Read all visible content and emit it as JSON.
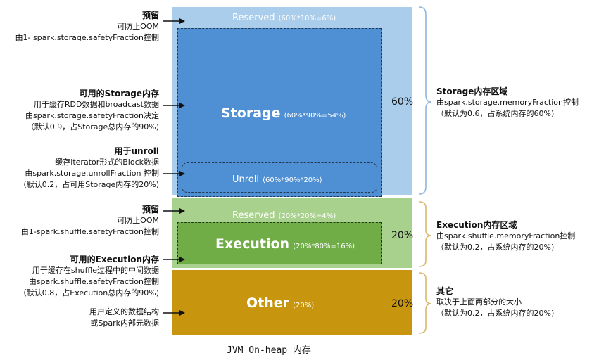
{
  "blocks": {
    "reserved_top": {
      "label": "Reserved",
      "formula": "(60%*10%=6%)"
    },
    "storage": {
      "label": "Storage",
      "formula": "(60%*90%=54%)"
    },
    "unroll": {
      "label": "Unroll",
      "formula": "(60%*90%*20%)"
    },
    "reserved_exec": {
      "label": "Reserved",
      "formula": "(20%*20%=4%)"
    },
    "execution": {
      "label": "Execution",
      "formula": "(20%*80%=16%)"
    },
    "other": {
      "label": "Other",
      "formula": "(20%)"
    }
  },
  "left_notes": {
    "reserved_storage": {
      "title": "预留",
      "lines": [
        "可防止OOM",
        "由1- spark.storage.safetyFraction控制"
      ]
    },
    "storage": {
      "title": "可用的Storage内存",
      "lines": [
        "用于缓存RDD数据和broadcast数据",
        "由spark.storage.safetyFraction决定",
        "（默认0.9，占Storage总内存的90%)"
      ]
    },
    "unroll": {
      "title": "用于unroll",
      "lines": [
        "缓存iterator形式的Block数据",
        "由spark.storage.unrollFraction 控制",
        "（默认0.2，占可用Storage内存的20%)"
      ]
    },
    "reserved_exec": {
      "title": "预留",
      "lines": [
        "可防止OOM",
        "由1-spark.shuffle.safetyFraction控制"
      ]
    },
    "execution": {
      "title": "可用的Execution内存",
      "lines": [
        "用于缓存在shuffle过程中的中间数据",
        "由spark.shuffle.safetyFraction控制",
        "（默认0.8，占Execution总内存的90%)"
      ]
    },
    "other": {
      "lines": [
        "用户定义的数据结构",
        "或Spark内部元数据"
      ]
    }
  },
  "percentages": {
    "storage": "60%",
    "execution": "20%",
    "other": "20%"
  },
  "right_notes": {
    "storage": {
      "title": "Storage内存区域",
      "lines": [
        "由spark.storage.memoryFraction控制",
        "（默认为0.6，占系统内存的60%)"
      ]
    },
    "execution": {
      "title": "Execution内存区域",
      "lines": [
        "由spark.shuffle.memoryFraction控制",
        "（默认为0.2，占系统内存的20%)"
      ]
    },
    "other": {
      "title": "其它",
      "lines": [
        "取决于上面两部分的大小",
        "（默认为0.2，占系统内存的20%)"
      ]
    }
  },
  "caption": "JVM On-heap 内存",
  "colors": {
    "reserved_top": "#a9cdeb",
    "storage": "#4f8fd3",
    "reserved_exec": "#a9d18e",
    "execution": "#70ad47",
    "other": "#c8960e",
    "brace": "#8fb6dd"
  }
}
